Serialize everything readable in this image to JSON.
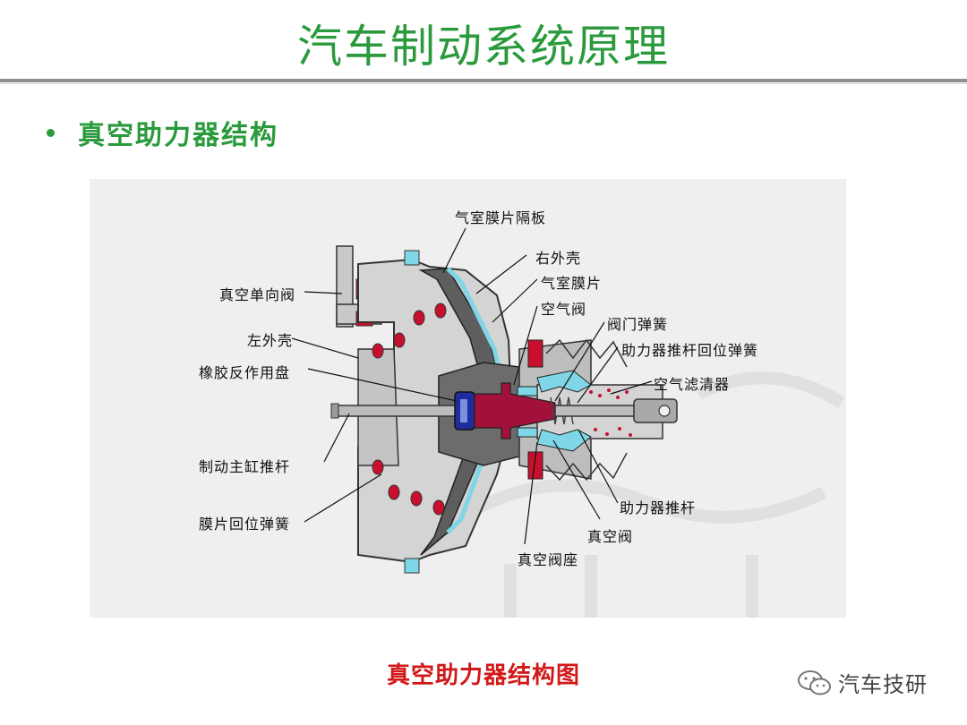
{
  "slide": {
    "title": "汽车制动系统原理",
    "bullet": "真空助力器结构",
    "caption": "真空助力器结构图",
    "watermark": "汽车技研"
  },
  "labels": {
    "diaphragm_partition": "气室膜片隔板",
    "right_shell": "右外壳",
    "diaphragm": "气室膜片",
    "air_valve": "空气阀",
    "valve_spring": "阀门弹簧",
    "pushrod_return_spring": "助力器推杆回位弹簧",
    "air_filter": "空气滤清器",
    "vacuum_check_valve": "真空单向阀",
    "left_shell": "左外壳",
    "rubber_reaction_disc": "橡胶反作用盘",
    "master_cylinder_pushrod": "制动主缸推杆",
    "diaphragm_return_spring": "膜片回位弹簧",
    "booster_pushrod": "助力器推杆",
    "vacuum_valve": "真空阀",
    "vacuum_valve_seat": "真空阀座"
  },
  "colors": {
    "title_green": "#2a9a3c",
    "caption_red": "#d21818",
    "housing_gray": "#d4d4d4",
    "body_dark": "#6c6c6c",
    "seal_red": "#c8102e",
    "valve_maroon": "#a3103a",
    "diaphragm_cyan": "#7fd6e6",
    "disc_blue": "#1f2d9c"
  }
}
